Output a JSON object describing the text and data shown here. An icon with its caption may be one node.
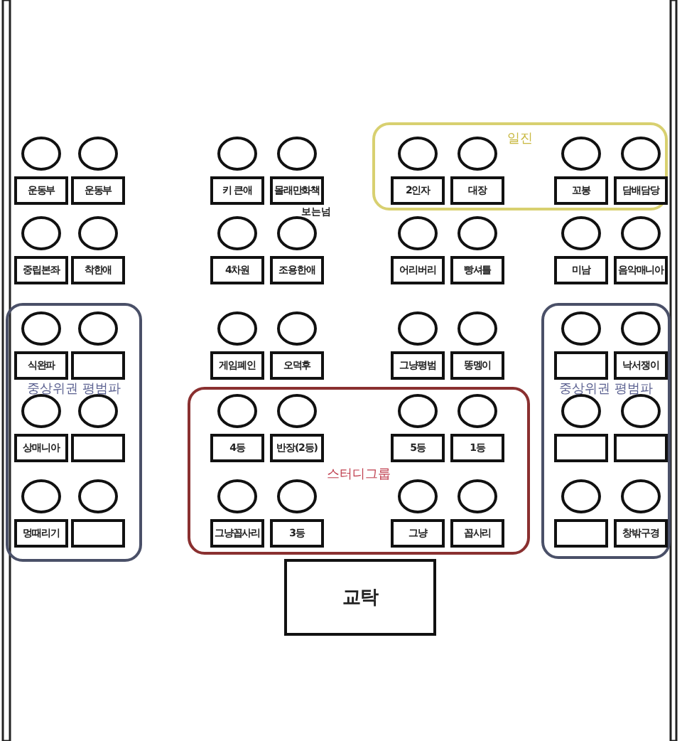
{
  "diagram": {
    "nodes": [
      {
        "text": [
          "운동부"
        ]
      },
      {
        "text": [
          "운동부"
        ]
      },
      {
        "text": [
          "키 큰애"
        ]
      },
      {
        "text": [
          "몰래만화책"
        ],
        "beside": [
          "보는넘"
        ]
      },
      {
        "text": [
          "일진"
        ]
      },
      {
        "text": [
          "2인자"
        ],
        "in": 4
      },
      {
        "text": [
          "대장"
        ],
        "in": 4
      },
      {
        "text": [
          "꼬봉"
        ],
        "in": 4
      },
      {
        "text": [
          "담배담당"
        ],
        "in": 4
      },
      {
        "text": [
          "중립본좌"
        ]
      },
      {
        "text": [
          "착한애"
        ]
      },
      {
        "text": [
          "4차원"
        ]
      },
      {
        "text": [
          "조용한애"
        ]
      },
      {
        "text": [
          "어리버리"
        ]
      },
      {
        "text": [
          "빵셔틀"
        ]
      },
      {
        "text": [
          "미남"
        ]
      },
      {
        "text": [
          "음악매니아"
        ]
      },
      {
        "text": [
          "중상위권 평범파"
        ]
      },
      {
        "text": [
          "식완파"
        ],
        "in": 17
      },
      {
        "text": [],
        "shape": "box",
        "in": 17
      },
      {
        "text": [
          "게임폐인"
        ]
      },
      {
        "text": [
          "오덕후"
        ]
      },
      {
        "text": [
          "그냥평범"
        ]
      },
      {
        "text": [
          "똥멩이"
        ]
      },
      {
        "text": [
          "중상위권 평범파"
        ]
      },
      {
        "text": [],
        "shape": "box",
        "in": 24
      },
      {
        "text": [
          "낙서쟁이"
        ],
        "in": 24
      },
      {
        "text": [
          "스터디그룹"
        ]
      },
      {
        "text": [
          "상매니아"
        ],
        "in": 17
      },
      {
        "text": [],
        "shape": "box",
        "in": 17
      },
      {
        "text": [
          "4등"
        ],
        "in": 27
      },
      {
        "text": [
          "반장(2등)"
        ],
        "in": 27
      },
      {
        "text": [
          "5등"
        ],
        "in": 27
      },
      {
        "text": [
          "1등"
        ],
        "in": 27
      },
      {
        "text": [],
        "shape": "box",
        "in": 24
      },
      {
        "text": [],
        "shape": "box",
        "in": 24
      },
      {
        "text": [
          "멍때리기"
        ],
        "in": 17
      },
      {
        "text": [],
        "shape": "box",
        "in": 17
      },
      {
        "text": [
          "그냥꼽사리"
        ],
        "in": 27
      },
      {
        "text": [
          "3등"
        ],
        "in": 27
      },
      {
        "text": [
          "그냥"
        ],
        "in": 27
      },
      {
        "text": [
          "꼽사리"
        ],
        "in": 27
      },
      {
        "text": [],
        "shape": "box",
        "in": 24
      },
      {
        "text": [
          "창밖구경"
        ],
        "in": 24
      },
      {
        "text": [
          "교탁"
        ]
      }
    ]
  }
}
